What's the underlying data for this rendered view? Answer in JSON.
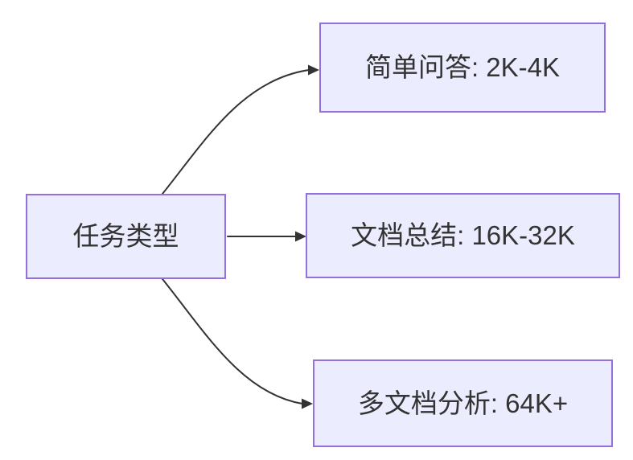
{
  "diagram": {
    "type": "flowchart",
    "direction": "left-to-right",
    "root": {
      "id": "task-type",
      "label": "任务类型"
    },
    "branches": [
      {
        "id": "simple-qa",
        "label": "简单问答: 2K-4K"
      },
      {
        "id": "doc-summary",
        "label": "文档总结: 16K-32K"
      },
      {
        "id": "multi-doc",
        "label": "多文档分析: 64K+"
      }
    ],
    "edges": [
      {
        "from": "task-type",
        "to": "simple-qa"
      },
      {
        "from": "task-type",
        "to": "doc-summary"
      },
      {
        "from": "task-type",
        "to": "multi-doc"
      }
    ],
    "colors": {
      "node_fill": "#ECECFF",
      "node_border": "#9370DB",
      "edge": "#333333",
      "text": "#333333",
      "background": "#FFFFFF"
    }
  }
}
